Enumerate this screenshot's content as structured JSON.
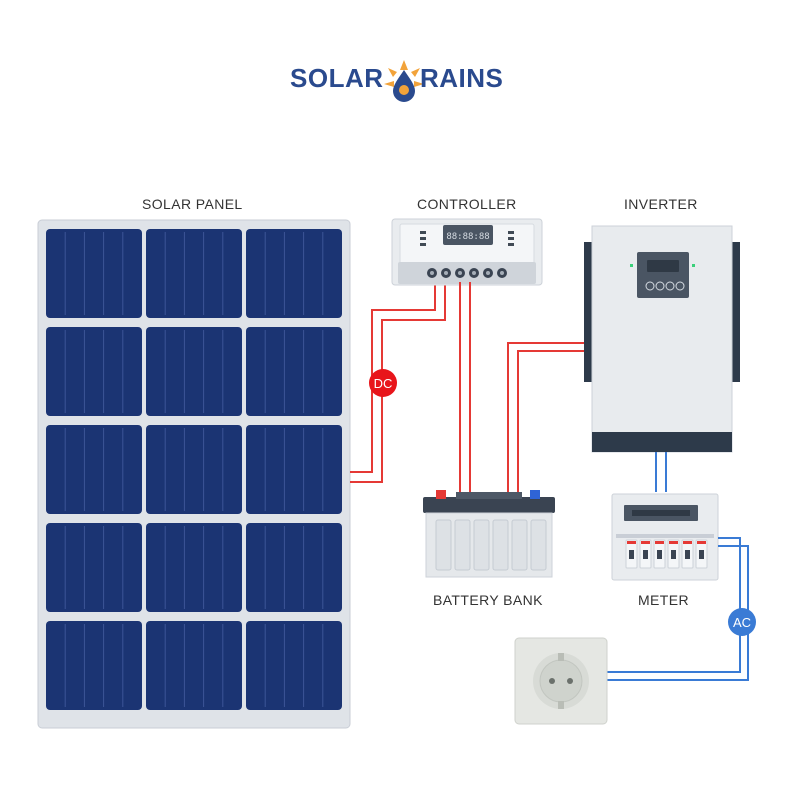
{
  "logo": {
    "left_text": "SOLAR",
    "right_text": "RAINS",
    "colors": {
      "text": "#2a4a8e",
      "sun": "#f2a33a",
      "drop": "#2a4a8e"
    }
  },
  "labels": {
    "solar_panel": "SOLAR PANEL",
    "controller": "CONTROLLER",
    "inverter": "INVERTER",
    "battery_bank": "BATTERY BANK",
    "meter": "METER"
  },
  "badges": {
    "dc": "DC",
    "ac": "AC"
  },
  "displays": {
    "controller": "88:88:88"
  },
  "panel": {
    "rows": 5,
    "columns": 3
  },
  "colors": {
    "panel_cell": "#1b3473",
    "panel_frame": "#dfe3e8",
    "dc_wire": "#e53935",
    "ac_wire": "#3a7bd5",
    "badge": "#e8151b",
    "ac_badge": "#3a7bd5",
    "inverter_base": "#2d3a4a"
  }
}
